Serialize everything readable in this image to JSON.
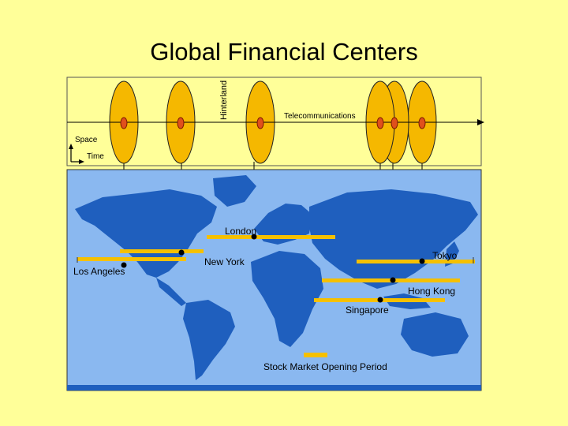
{
  "title": "Global Financial Centers",
  "axis": {
    "hinterland": "Hinterland",
    "telecom": "Telecommunications",
    "space": "Space",
    "time": "Time"
  },
  "cities": {
    "london": "London",
    "new_york": "New York",
    "tokyo": "Tokyo",
    "los_angeles": "Los Angeles",
    "hong_kong": "Hong Kong",
    "singapore": "Singapore"
  },
  "legend": {
    "label": "Stock Market Opening Period",
    "color": "#f5c000"
  },
  "colors": {
    "background": "#ffff99",
    "ocean": "#8ab8f0",
    "land": "#1f5fbe",
    "bar": "#f5c000",
    "ellipse": "#f5b800",
    "node": "#e0501c"
  }
}
